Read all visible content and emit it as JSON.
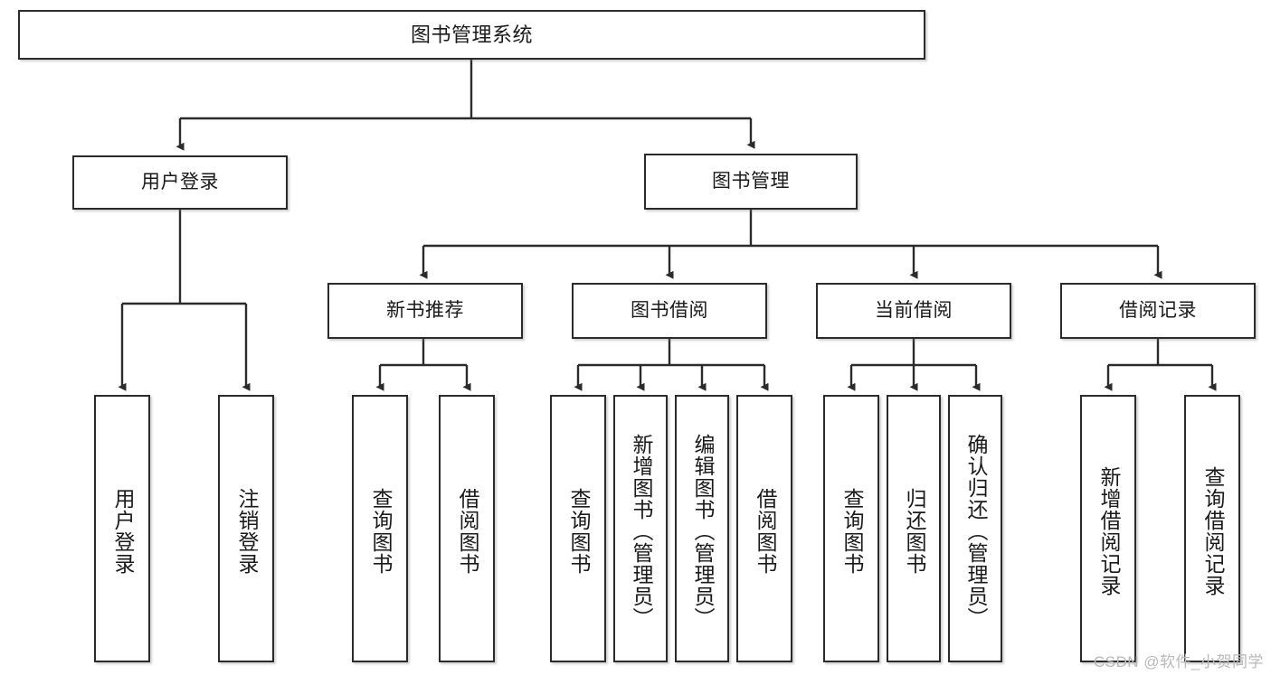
{
  "diagram": {
    "title": "图书管理系统",
    "type": "tree-hierarchy",
    "watermark": "CSDN @软件_小贺同学",
    "colors": {
      "node_border": "#2b2b2b",
      "node_fill": "#ffffff",
      "edge": "#2b2b2b",
      "text": "#1a1a1a",
      "watermark": "#b9b9b9"
    },
    "root": {
      "label": "图书管理系统"
    },
    "level2": [
      {
        "label": "用户登录"
      },
      {
        "label": "图书管理"
      }
    ],
    "level3": [
      {
        "label": "新书推荐"
      },
      {
        "label": "图书借阅"
      },
      {
        "label": "当前借阅"
      },
      {
        "label": "借阅记录"
      }
    ],
    "leaves": {
      "user_login": [
        {
          "label": "用户登录"
        },
        {
          "label": "注销登录"
        }
      ],
      "new_book": [
        {
          "label": "查询图书"
        },
        {
          "label": "借阅图书"
        }
      ],
      "book_borrow": [
        {
          "label": "查询图书"
        },
        {
          "label": "新增图书（管理员）"
        },
        {
          "label": "编辑图书（管理员）"
        },
        {
          "label": "借阅图书"
        }
      ],
      "current_borrow": [
        {
          "label": "查询图书"
        },
        {
          "label": "归还图书"
        },
        {
          "label": "确认归还（管理员）"
        }
      ],
      "borrow_record": [
        {
          "label": "新增借阅记录"
        },
        {
          "label": "查询借阅记录"
        }
      ]
    }
  }
}
